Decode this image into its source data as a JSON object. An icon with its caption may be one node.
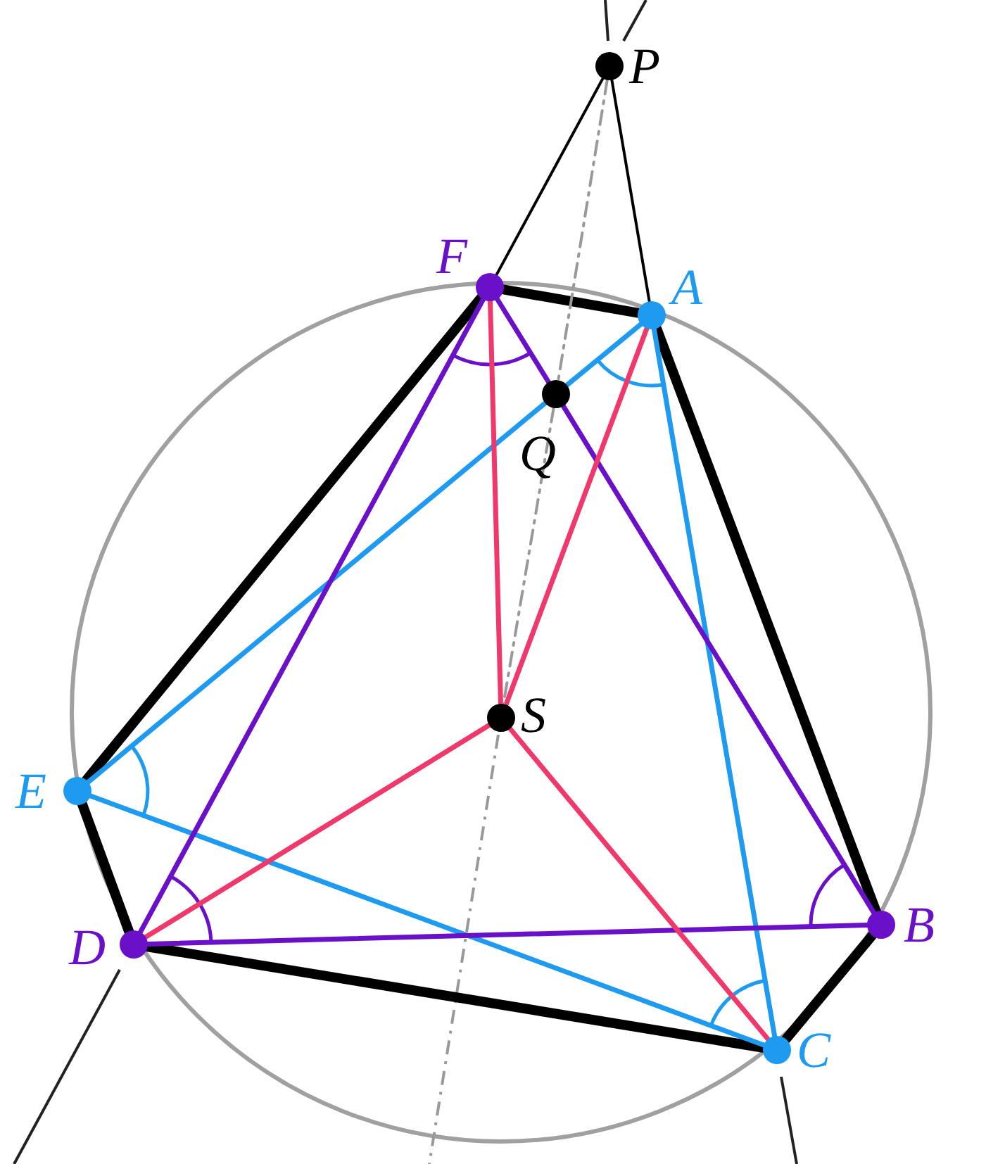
{
  "diagram": {
    "nodes": [
      {
        "text": [
          "P"
        ]
      },
      {
        "text": [
          "F"
        ]
      },
      {
        "text": [
          "A"
        ]
      },
      {
        "text": [
          "Q"
        ]
      },
      {
        "text": [
          "S"
        ]
      },
      {
        "text": [
          "E"
        ]
      },
      {
        "text": [
          "B"
        ]
      },
      {
        "text": [
          "D"
        ]
      },
      {
        "text": [
          "C"
        ]
      }
    ],
    "edges": [
      {
        "from": 1,
        "to": 2,
        "arrow": "none",
        "style": "thick"
      },
      {
        "from": 2,
        "to": 6,
        "arrow": "none",
        "style": "thick"
      },
      {
        "from": 6,
        "to": 8,
        "arrow": "none",
        "style": "thick"
      },
      {
        "from": 8,
        "to": 7,
        "arrow": "none",
        "style": "thick"
      },
      {
        "from": 7,
        "to": 5,
        "arrow": "none",
        "style": "thick"
      },
      {
        "from": 5,
        "to": 1,
        "arrow": "none",
        "style": "thick"
      },
      {
        "from": 2,
        "to": 3,
        "arrow": "none",
        "color": "#1e9bf0"
      },
      {
        "from": 3,
        "to": 5,
        "arrow": "none",
        "color": "#1e9bf0"
      },
      {
        "from": 5,
        "to": 8,
        "arrow": "none",
        "color": "#1e9bf0"
      },
      {
        "from": 8,
        "to": 2,
        "arrow": "none",
        "color": "#1e9bf0"
      },
      {
        "from": 1,
        "to": 3,
        "arrow": "none",
        "color": "#6a10c8"
      },
      {
        "from": 3,
        "to": 6,
        "arrow": "none",
        "color": "#6a10c8"
      },
      {
        "from": 6,
        "to": 7,
        "arrow": "none",
        "color": "#6a10c8"
      },
      {
        "from": 7,
        "to": 1,
        "arrow": "none",
        "color": "#6a10c8"
      },
      {
        "from": 4,
        "to": 1,
        "arrow": "none",
        "color": "#f0386b"
      },
      {
        "from": 4,
        "to": 2,
        "arrow": "none",
        "color": "#f0386b"
      },
      {
        "from": 4,
        "to": 7,
        "arrow": "none",
        "color": "#f0386b"
      },
      {
        "from": 4,
        "to": 8,
        "arrow": "none",
        "color": "#f0386b"
      },
      {
        "from": 0,
        "to": 1,
        "arrow": "none"
      },
      {
        "from": 0,
        "to": 2,
        "arrow": "none"
      },
      {
        "from": 0,
        "to": 3,
        "arrow": "none",
        "style": "dashed",
        "color": "#999999"
      },
      {
        "from": 3,
        "to": 4,
        "arrow": "none",
        "style": "dashed",
        "color": "#999999"
      }
    ]
  }
}
